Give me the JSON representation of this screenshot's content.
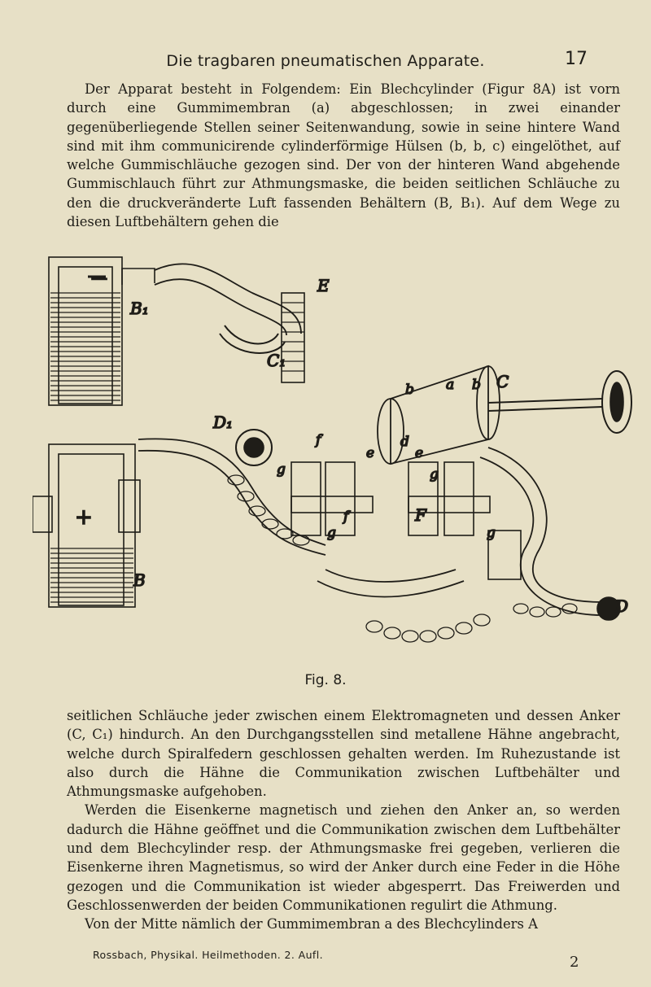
{
  "running_head": "Die tragbaren pneumatischen Apparate.",
  "page_number": "17",
  "paragraph_top": "Der Apparat besteht in Folgendem: Ein Blechcylinder (Figur 8A) ist vorn durch eine Gummimembran (a) abgeschlossen; in zwei einander gegenüberliegende Stellen seiner Seitenwandung, sowie in seine hintere Wand sind mit ihm communicirende cylinderförmige Hülsen (b, b, c) eingelöthet, auf welche Gummischläuche gezogen sind. Der von der hinteren Wand abgehende Gummischlauch führt zur Athmungsmaske, die beiden seitlichen Schläuche zu den die druckveränderte Luft fassenden Behältern (B, B₁). Auf dem Wege zu diesen Luftbehältern gehen die",
  "figure": {
    "caption": "Fig. 8.",
    "labels": {
      "B1": "B₁",
      "B": "B",
      "D1": "D₁",
      "D": "D",
      "E": "E",
      "C1": "C₁",
      "C": "C",
      "F": "F",
      "a": "a",
      "b": "b",
      "b1": "b",
      "e1": "e",
      "e2": "e",
      "d": "d",
      "f1": "f",
      "f2": "f",
      "g1": "g",
      "g2": "g",
      "g3": "g",
      "g4": "g",
      "plus": "+",
      "minus": "—"
    }
  },
  "paragraph_bottom": [
    "seitlichen Schläuche jeder zwischen einem Elektromagneten und dessen Anker (C, C₁) hindurch. An den Durchgangsstellen sind metallene Hähne angebracht, welche durch Spiralfedern geschlossen gehalten werden. Im Ruhezustande ist also durch die Hähne die Communikation zwischen Luftbehälter und Athmungsmaske aufgehoben.",
    "Werden die Eisenkerne magnetisch und ziehen den Anker an, so werden dadurch die Hähne geöffnet und die Communikation zwischen dem Luftbehälter und dem Blechcylinder resp. der Athmungsmaske frei gegeben, verlieren die Eisenkerne ihren Magnetismus, so wird der Anker durch eine Feder in die Höhe gezogen und die Communikation ist wieder abgesperrt. Das Freiwerden und Geschlossenwerden der beiden Communikationen regulirt die Athmung.",
    "Von der Mitte nämlich der Gummimembran a des Blechcylinders A"
  ],
  "footer": "Rossbach, Physikal. Heilmethoden. 2. Aufl.",
  "signature": "2"
}
